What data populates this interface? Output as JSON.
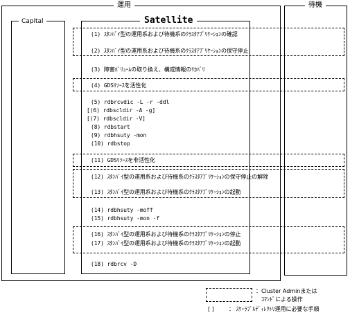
{
  "groups": {
    "active": "運用",
    "standby": "待機"
  },
  "boxes": {
    "capital": "Capital",
    "satellite": "Satellite"
  },
  "steps": {
    "s1": "(1) ｽﾀﾝﾊﾞｲ型の運用系および待機系のｸﾗｽﾀｱﾌﾟﾘｹｰｼｮﾝの確認",
    "s2": "(2) ｽﾀﾝﾊﾞｲ型の運用系および待機系のｸﾗｽﾀｱﾌﾟﾘｹｰｼｮﾝの保守停止",
    "s3": "(3) 障害ﾎﾞﾘｭｰﾑの取り換え、構成情報のﾘｶﾊﾞﾘ",
    "s4": "(4) GDSﾘｿｰｽを活性化",
    "s5": "(5) rdbrcvdic -L -r -ddl",
    "s6": "[(6) rdbscldir -A -g]",
    "s7": "[(7) rdbscldir -V]",
    "s8": "(8) rdbstart",
    "s9": "(9) rdbhsuty -mon",
    "s10": "(10) rdbstop",
    "s11": "(11) GDSﾘｿｰｽを非活性化",
    "s12": "(12) ｽﾀﾝﾊﾞｲ型の運用系および待機系のｸﾗｽﾀｱﾌﾟﾘｹｰｼｮﾝの保守停止の解除",
    "s13": "(13) ｽﾀﾝﾊﾞｲ型の運用系および待機系のｸﾗｽﾀｱﾌﾟﾘｹｰｼｮﾝの起動",
    "s14": "(14) rdbhsuty -moff",
    "s15": "(15) rdbhsuty -mon -f",
    "s16": "(16) ｽﾀﾝﾊﾞｲ型の運用系および待機系のｸﾗｽﾀｱﾌﾟﾘｹｰｼｮﾝの停止",
    "s17": "(17) ｽﾀﾝﾊﾞｲ型の運用系および待機系のｸﾗｽﾀｱﾌﾟﾘｹｰｼｮﾝの起動",
    "s18": "(18) rdbrcv -D"
  },
  "legend": {
    "dashed_line1": "：Cluster Adminまたは",
    "dashed_line2": "ｺﾏﾝﾄﾞによる操作",
    "bracket_symbol": "[   ]",
    "bracket_text": "： ｽｹｰﾗﾌﾞﾙﾃﾞｨﾚｸﾄﾘ運用に必要な手順"
  }
}
